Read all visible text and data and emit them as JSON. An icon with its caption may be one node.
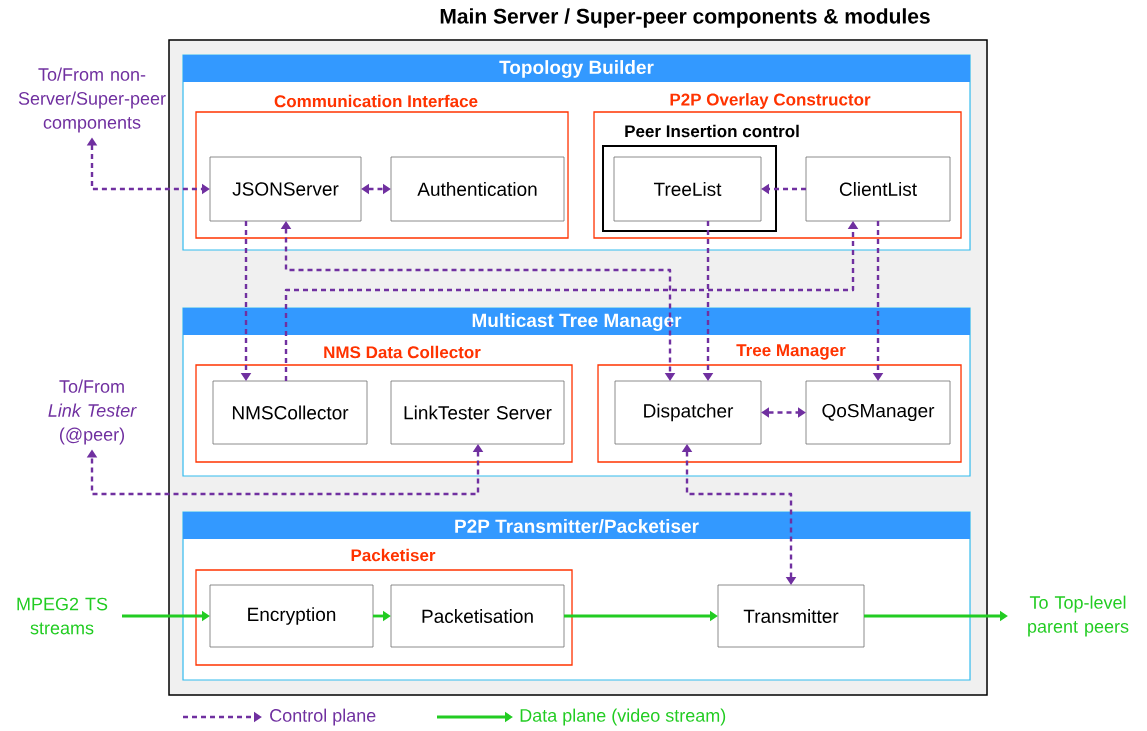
{
  "diagram": {
    "nodes": [
      {
        "text": [
          "Main Server / Super-peer components & modules"
        ]
      },
      {
        "text": [
          "Topology Builder"
        ],
        "in": 0
      },
      {
        "text": [
          "Communication Interface"
        ],
        "in": 1
      },
      {
        "text": [
          "JSONServer"
        ],
        "in": 2
      },
      {
        "text": [
          "Authentication"
        ],
        "in": 2
      },
      {
        "text": [
          "P2P Overlay Constructor"
        ],
        "in": 1
      },
      {
        "text": [
          "Peer Insertion control"
        ],
        "in": 5
      },
      {
        "text": [
          "TreeList"
        ],
        "in": 6
      },
      {
        "text": [
          "ClientList"
        ],
        "in": 5
      },
      {
        "text": [
          "Multicast Tree Manager"
        ],
        "in": 0
      },
      {
        "text": [
          "NMS Data Collector"
        ],
        "in": 9
      },
      {
        "text": [
          "NMSCollector"
        ],
        "in": 10
      },
      {
        "text": [
          "LinkTester Server"
        ],
        "in": 10
      },
      {
        "text": [
          "Tree Manager"
        ],
        "in": 9
      },
      {
        "text": [
          "Dispatcher"
        ],
        "in": 13
      },
      {
        "text": [
          "QoSManager"
        ],
        "in": 13
      },
      {
        "text": [
          "P2P Transmitter/Packetiser"
        ],
        "in": 0
      },
      {
        "text": [
          "Packetiser"
        ],
        "in": 16
      },
      {
        "text": [
          "Encryption"
        ],
        "in": 17
      },
      {
        "text": [
          "Packetisation"
        ],
        "in": 17
      },
      {
        "text": [
          "Transmitter"
        ],
        "in": 16
      },
      {
        "text": [
          "To/From non-Server/Super-peer components"
        ]
      },
      {
        "text": [
          "To/From *Link Tester* (@peer)"
        ]
      },
      {
        "text": [
          "MPEG2 TS streams"
        ]
      },
      {
        "text": [
          "To Top-level parent peers"
        ]
      }
    ],
    "edges": [
      {
        "from": 21,
        "to": 3,
        "arrow": "both",
        "style": "dashed"
      },
      {
        "from": 3,
        "to": 4,
        "arrow": "both",
        "style": "dashed"
      },
      {
        "from": 8,
        "to": 7,
        "arrow": "to",
        "style": "dashed"
      },
      {
        "from": 3,
        "to": 11,
        "arrow": "to",
        "style": "dashed"
      },
      {
        "from": 11,
        "to": 8,
        "arrow": "to",
        "style": "dashed"
      },
      {
        "from": 3,
        "to": 14,
        "arrow": "both",
        "style": "dashed"
      },
      {
        "from": 7,
        "to": 14,
        "arrow": "to",
        "style": "dashed"
      },
      {
        "from": 8,
        "to": 15,
        "arrow": "to",
        "style": "dashed"
      },
      {
        "from": 14,
        "to": 15,
        "arrow": "both",
        "style": "dashed"
      },
      {
        "from": 12,
        "to": 22,
        "arrow": "both",
        "style": "dashed"
      },
      {
        "from": 14,
        "to": 20,
        "arrow": "both",
        "style": "dashed"
      },
      {
        "from": 23,
        "to": 18,
        "arrow": "to",
        "color": "#22cc22"
      },
      {
        "from": 18,
        "to": 19,
        "arrow": "to",
        "color": "#22cc22"
      },
      {
        "from": 19,
        "to": 20,
        "arrow": "to",
        "color": "#22cc22"
      },
      {
        "from": 20,
        "to": 24,
        "arrow": "to",
        "color": "#22cc22"
      }
    ],
    "legend": [
      {
        "text": "Control plane"
      },
      {
        "text": "Data plane (video stream)"
      }
    ]
  }
}
